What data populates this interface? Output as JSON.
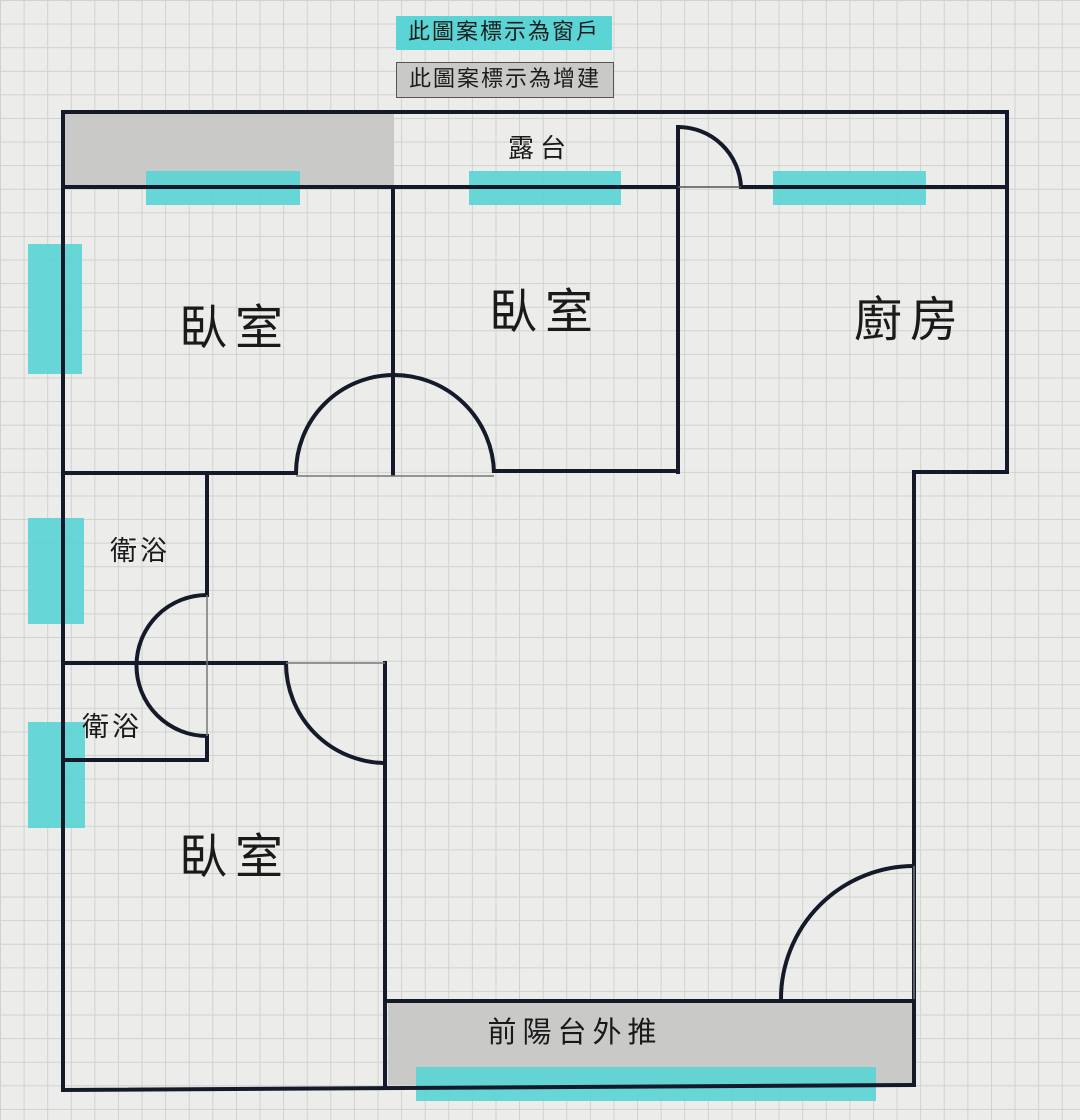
{
  "legend": {
    "window_label": "此圖案標示為窗戶",
    "addition_label": "此圖案標示為增建"
  },
  "rooms": {
    "bedroom_top_left": "臥室",
    "bedroom_top_mid": "臥室",
    "kitchen": "廚房",
    "terrace": "露台",
    "bathroom_upper": "衛浴",
    "bathroom_lower": "衛浴",
    "bedroom_bottom": "臥室",
    "front_balcony": "前陽台外推"
  },
  "colors": {
    "window": "#5ad4d4",
    "addition": "#c9c9c7",
    "wall": "#141a2a",
    "grid": "#cfd2ce"
  }
}
